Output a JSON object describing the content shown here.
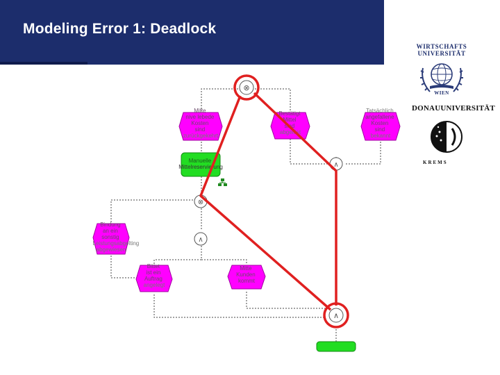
{
  "header": {
    "title": "Modeling Error 1: Deadlock",
    "bar_color": "#1c2d6c"
  },
  "logos": {
    "wu": {
      "line1": "WIRTSCHAFTS",
      "line2": "UNIVERSITÄT",
      "line3": "WIEN",
      "icon": "globe-book-laurel-icon"
    },
    "du": {
      "letters": "DONAUUNIVERSITÄT",
      "sub": "KREMS",
      "icon": "donau-universitaet-seal-icon"
    }
  },
  "diagram": {
    "event_color": "#ff00ff",
    "function_color": "#22dd22",
    "highlight_color": "#e02020",
    "events": [
      {
        "id": "e1",
        "label_lines": [
          "Mitte",
          "nive lebede",
          "Kosten",
          "sind",
          "zurückgekehrt"
        ]
      },
      {
        "id": "e2",
        "label_lines": [
          "Bestätigt",
          "Mittel",
          "sind",
          "abgelöst"
        ]
      },
      {
        "id": "e3",
        "label_lines": [
          "Tatsächlich",
          "angefallene",
          "Kosten",
          "sind",
          "bekannt"
        ]
      },
      {
        "id": "e4",
        "label_lines": [
          "Bindung",
          "an ein",
          "sonstig",
          "Leistungsabgelting",
          "abgewiesen"
        ]
      },
      {
        "id": "e5",
        "label_lines": [
          "Bittet",
          "ist ein",
          "Auftrag",
          "angelegt"
        ]
      },
      {
        "id": "e6",
        "label_lines": [
          "Mitte",
          "Kunden",
          "kommt"
        ]
      }
    ],
    "functions": [
      {
        "id": "f1",
        "label_lines": [
          "Manuelle",
          "Mittelreservierung"
        ]
      },
      {
        "id": "f2",
        "label_lines": [
          ""
        ]
      }
    ],
    "connectors": [
      {
        "id": "c-top",
        "symbol": "XOR",
        "highlighted": true
      },
      {
        "id": "c-right",
        "symbol": "AND",
        "highlighted": false
      },
      {
        "id": "c-mid1",
        "symbol": "XOR",
        "highlighted": false
      },
      {
        "id": "c-mid2",
        "symbol": "AND",
        "highlighted": false
      },
      {
        "id": "c-bottom",
        "symbol": "AND",
        "highlighted": true
      }
    ]
  }
}
